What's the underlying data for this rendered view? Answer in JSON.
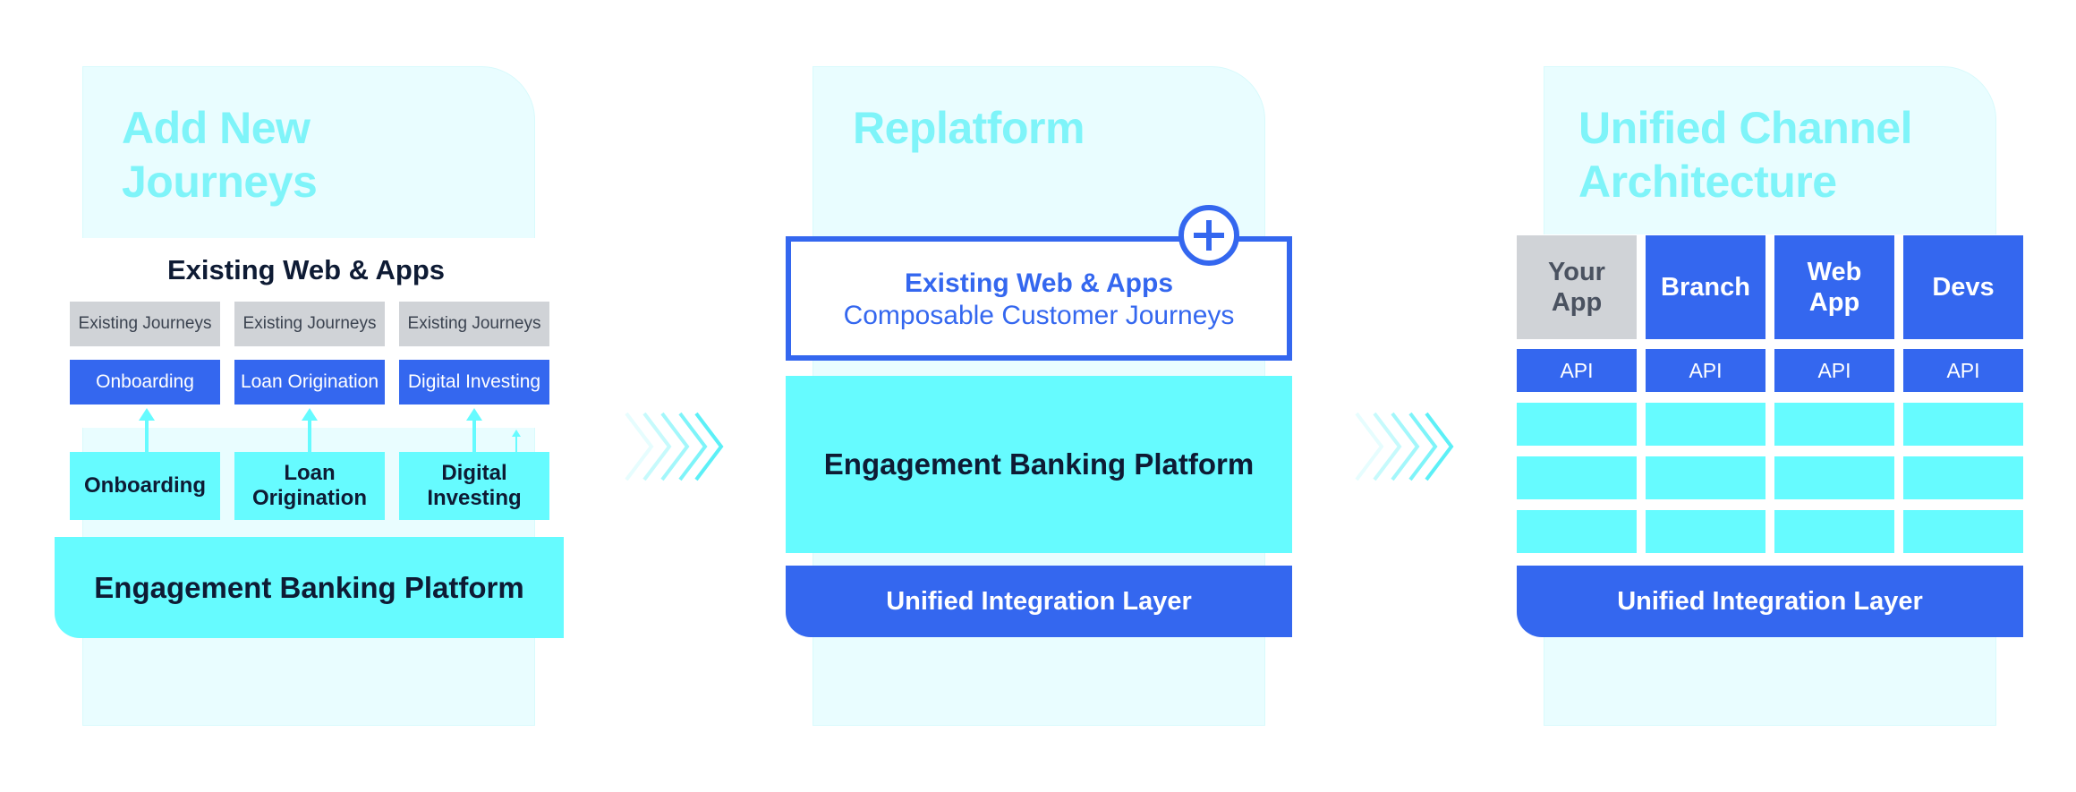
{
  "panel1": {
    "title_line1": "Add New",
    "title_line2": "Journeys",
    "heading": "Existing Web & Apps",
    "existing_journeys": [
      "Existing Journeys",
      "Existing Journeys",
      "Existing Journeys"
    ],
    "new_journeys": [
      "Onboarding",
      "Loan Origination",
      "Digital Investing"
    ],
    "modules": [
      {
        "line1": "Onboarding",
        "line2": ""
      },
      {
        "line1": "Loan",
        "line2": "Origination"
      },
      {
        "line1": "Digital",
        "line2": "Investing"
      }
    ],
    "platform": "Engagement Banking Platform"
  },
  "panel2": {
    "title": "Replatform",
    "heading": "Existing Web & Apps",
    "subheading": "Composable Customer Journeys",
    "platform": "Engagement Banking Platform",
    "integration": "Unified Integration Layer"
  },
  "panel3": {
    "title_line1": "Unified Channel",
    "title_line2": "Architecture",
    "channels": [
      {
        "line1": "Your",
        "line2": "App"
      },
      {
        "line1": "Branch",
        "line2": ""
      },
      {
        "line1": "Web",
        "line2": "App"
      },
      {
        "line1": "Devs",
        "line2": ""
      }
    ],
    "api_labels": [
      "API",
      "API",
      "API",
      "API"
    ],
    "integration": "Unified Integration Layer"
  },
  "colors": {
    "blue": "#3467ef",
    "cyan": "#66fbff",
    "panel_bg": "#e9fdff",
    "title": "#7ff4f9",
    "gray": "#d0d3d7",
    "dark": "#0e1b34"
  },
  "icons": {
    "plus": "plus-circle-icon",
    "arrow": "chevron-right-icon"
  }
}
